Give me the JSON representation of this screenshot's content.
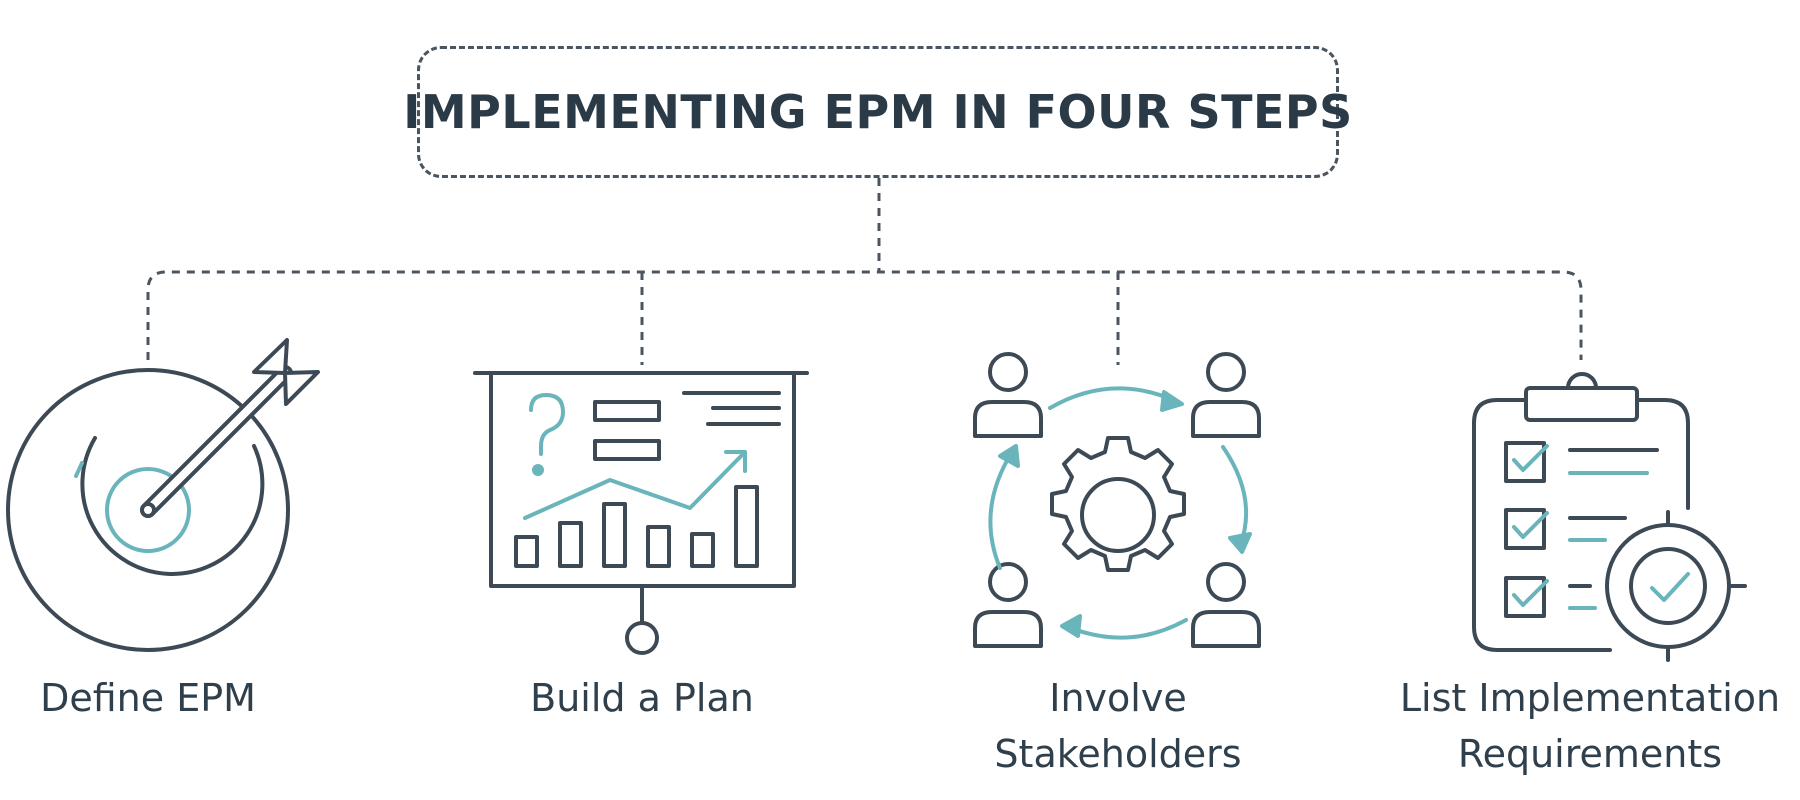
{
  "title": "IMPLEMENTING EPM IN FOUR STEPS",
  "colors": {
    "stroke": "#3d4a55",
    "accent": "#6ab5bb",
    "dash": "#4a555f",
    "text": "#2f3f4c"
  },
  "steps": [
    {
      "icon": "target-arrow-icon",
      "label_lines": [
        "Define EPM"
      ]
    },
    {
      "icon": "presentation-board-icon",
      "label_lines": [
        "Build a Plan"
      ]
    },
    {
      "icon": "team-gear-cycle-icon",
      "label_lines": [
        "Involve",
        "Stakeholders"
      ]
    },
    {
      "icon": "checklist-clipboard-icon",
      "label_lines": [
        "List Implementation",
        "Requirements"
      ]
    }
  ]
}
